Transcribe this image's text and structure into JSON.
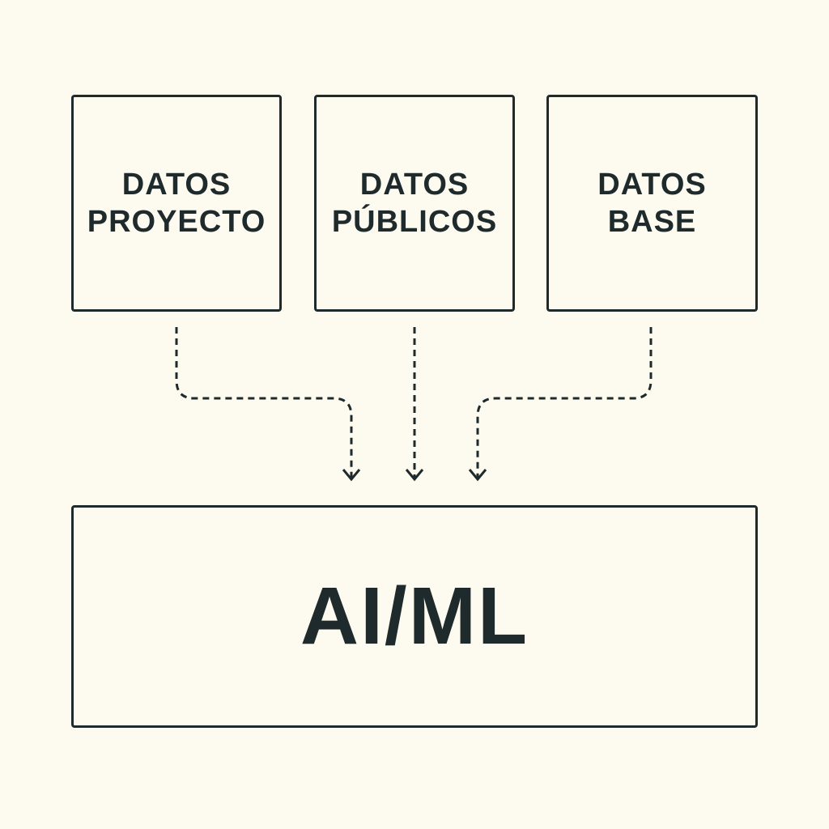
{
  "sources": [
    {
      "line1": "DATOS",
      "line2": "PROYECTO"
    },
    {
      "line1": "DATOS",
      "line2": "PÚBLICOS"
    },
    {
      "line1": "DATOS",
      "line2": "BASE"
    }
  ],
  "target": {
    "label": "AI/ML"
  },
  "colors": {
    "background": "#fdfbef",
    "stroke": "#1f2a2c"
  }
}
